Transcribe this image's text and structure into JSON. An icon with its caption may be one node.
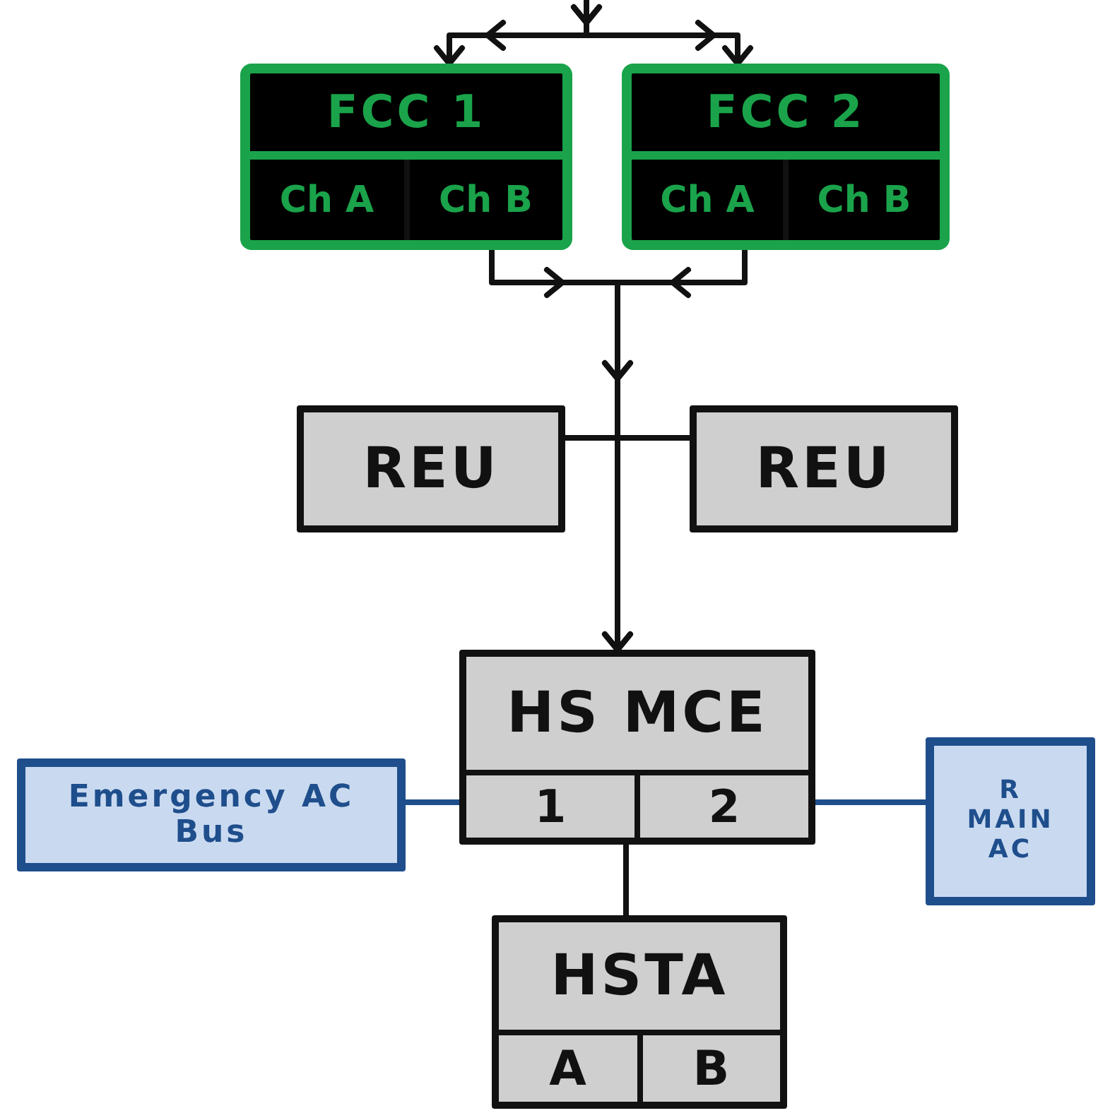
{
  "diagram": {
    "nodes": [
      {
        "text": [
          "FCC 1"
        ]
      },
      {
        "text": [
          "Ch A"
        ],
        "in": 0
      },
      {
        "text": [
          "Ch B"
        ],
        "in": 0
      },
      {
        "text": [
          "FCC 2"
        ]
      },
      {
        "text": [
          "Ch A"
        ],
        "in": 3
      },
      {
        "text": [
          "Ch B"
        ],
        "in": 3
      },
      {
        "text": [
          "REU"
        ]
      },
      {
        "text": [
          "REU"
        ]
      },
      {
        "text": [
          "HS MCE"
        ]
      },
      {
        "text": [
          "1"
        ],
        "in": 8
      },
      {
        "text": [
          "2"
        ],
        "in": 8
      },
      {
        "text": [
          "Emergency AC Bus"
        ]
      },
      {
        "text": [
          "R MAIN AC"
        ]
      },
      {
        "text": [
          "HSTA"
        ]
      },
      {
        "text": [
          "A"
        ],
        "in": 13
      },
      {
        "text": [
          "B"
        ],
        "in": 13
      }
    ],
    "edges": [
      {
        "from": null,
        "to": 0,
        "arrow": "to"
      },
      {
        "from": null,
        "to": 3,
        "arrow": "to"
      },
      {
        "from": 2,
        "to": 8,
        "arrow": "to"
      },
      {
        "from": 4,
        "to": 8,
        "arrow": "to"
      },
      {
        "from": 6,
        "to": 8,
        "arrow": "none"
      },
      {
        "from": 7,
        "to": 8,
        "arrow": "none"
      },
      {
        "from": 8,
        "to": 13,
        "arrow": "none"
      },
      {
        "from": 11,
        "to": 9,
        "arrow": "none",
        "color": "#1f4e8c"
      },
      {
        "from": 10,
        "to": 12,
        "arrow": "none",
        "color": "#1f4e8c"
      }
    ]
  }
}
